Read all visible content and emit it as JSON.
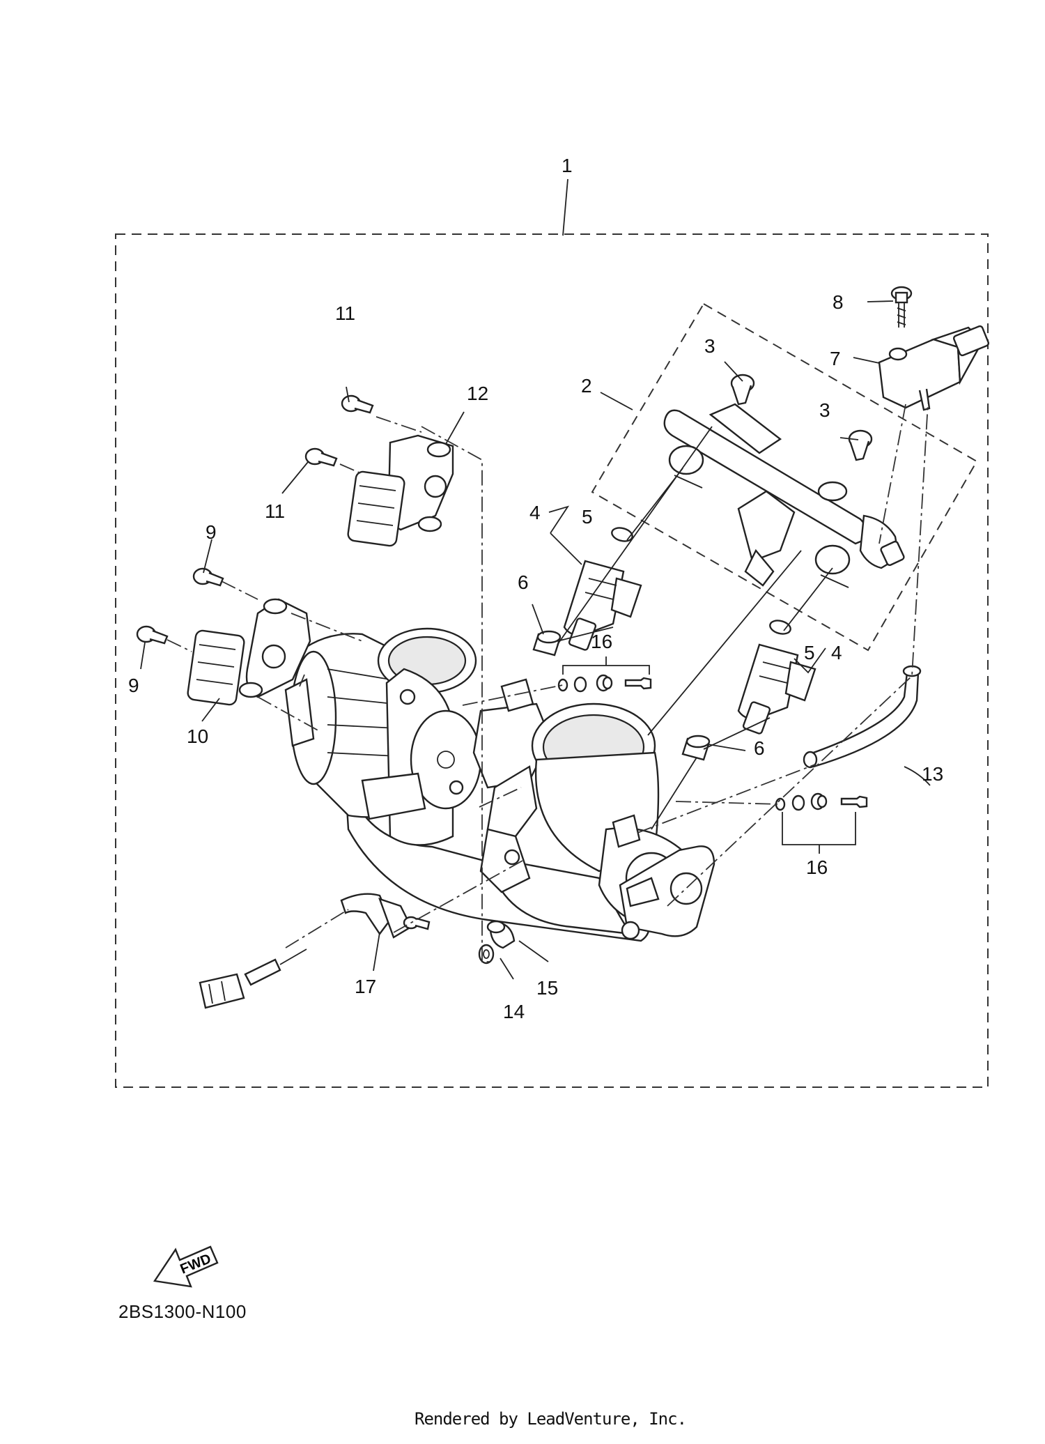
{
  "diagram": {
    "code": "2BS1300-N100",
    "fwd_label": "FWD",
    "credit": "Rendered by LeadVenture, Inc.",
    "callouts": [
      {
        "id": "c1",
        "label": "1"
      },
      {
        "id": "c2",
        "label": "2"
      },
      {
        "id": "c3a",
        "label": "3"
      },
      {
        "id": "c3b",
        "label": "3"
      },
      {
        "id": "c4a",
        "label": "4"
      },
      {
        "id": "c4b",
        "label": "4"
      },
      {
        "id": "c5a",
        "label": "5"
      },
      {
        "id": "c5b",
        "label": "5"
      },
      {
        "id": "c6a",
        "label": "6"
      },
      {
        "id": "c6b",
        "label": "6"
      },
      {
        "id": "c7",
        "label": "7"
      },
      {
        "id": "c8",
        "label": "8"
      },
      {
        "id": "c9a",
        "label": "9"
      },
      {
        "id": "c9b",
        "label": "9"
      },
      {
        "id": "c10",
        "label": "10"
      },
      {
        "id": "c11a",
        "label": "11"
      },
      {
        "id": "c11b",
        "label": "11"
      },
      {
        "id": "c12",
        "label": "12"
      },
      {
        "id": "c13",
        "label": "13"
      },
      {
        "id": "c14",
        "label": "14"
      },
      {
        "id": "c15",
        "label": "15"
      },
      {
        "id": "c16a",
        "label": "16"
      },
      {
        "id": "c16b",
        "label": "16"
      },
      {
        "id": "c17",
        "label": "17"
      }
    ]
  }
}
